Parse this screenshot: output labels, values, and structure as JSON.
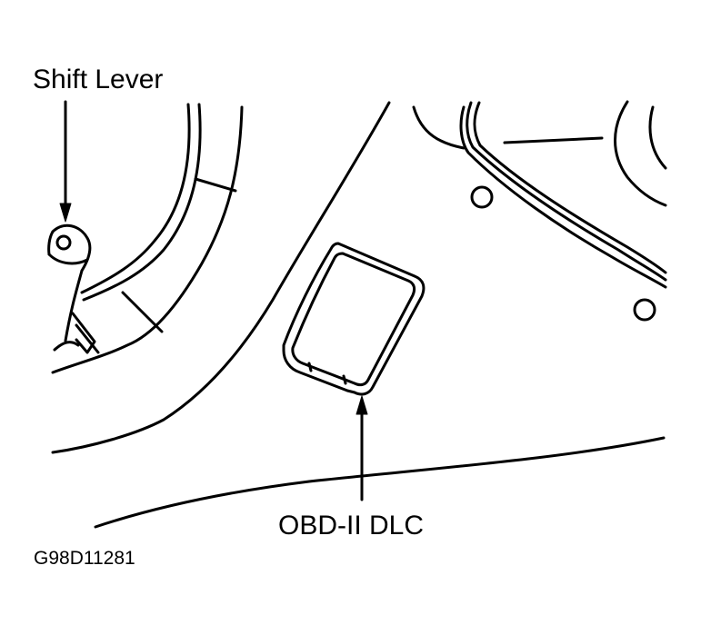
{
  "callouts": {
    "shift_lever": "Shift Lever",
    "obd_dlc": "OBD-II DLC"
  },
  "figure_id": "G98D11281",
  "colors": {
    "background": "#ffffff",
    "ink": "#000000"
  }
}
